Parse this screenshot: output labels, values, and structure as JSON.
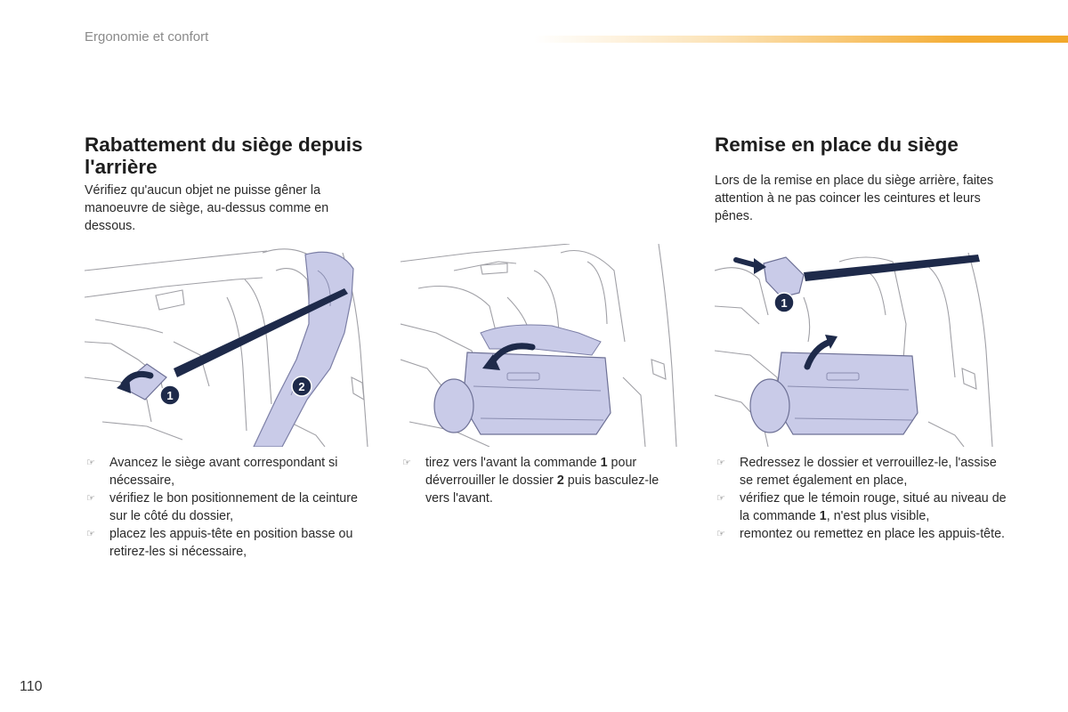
{
  "header": {
    "section": "Ergonomie et confort"
  },
  "left": {
    "title": "Rabattement du siège depuis l'arrière",
    "intro": "Vérifiez qu'aucun objet ne puisse gêner la manoeuvre de siège, au-dessus comme en dessous.",
    "steps_a": [
      "Avancez le siège avant correspondant si nécessaire,",
      "vérifiez le bon positionnement de la ceinture sur le côté du dossier,",
      "placez les appuis-tête en position basse ou retirez-les si nécessaire,"
    ],
    "steps_b": [
      {
        "pre": "tirez vers l'avant la commande ",
        "n1": "1",
        "mid": " pour déverrouiller le dossier ",
        "n2": "2",
        "post": " puis basculez-le vers l'avant."
      }
    ],
    "callouts": {
      "one": "1",
      "two": "2"
    }
  },
  "right": {
    "title": "Remise en place du siège",
    "intro": "Lors de la remise en place du siège arrière, faites attention à ne pas coincer les ceintures et leurs pênes.",
    "step1": "Redressez le dossier et verrouillez-le, l'assise se remet également en place,",
    "step2": {
      "pre": "vérifiez que le témoin rouge, situé au niveau de la commande ",
      "num": "1",
      "post": ", n'est plus visible,"
    },
    "step3": "remontez ou remettez en place les appuis-tête.",
    "callouts": {
      "one": "1"
    }
  },
  "bullet_glyph": "☞",
  "page_number": "110",
  "colors": {
    "accent": "#f4ad35",
    "callout": "#1e2a4a",
    "highlight": "#c9cbe8",
    "line": "#9a9aa0"
  }
}
